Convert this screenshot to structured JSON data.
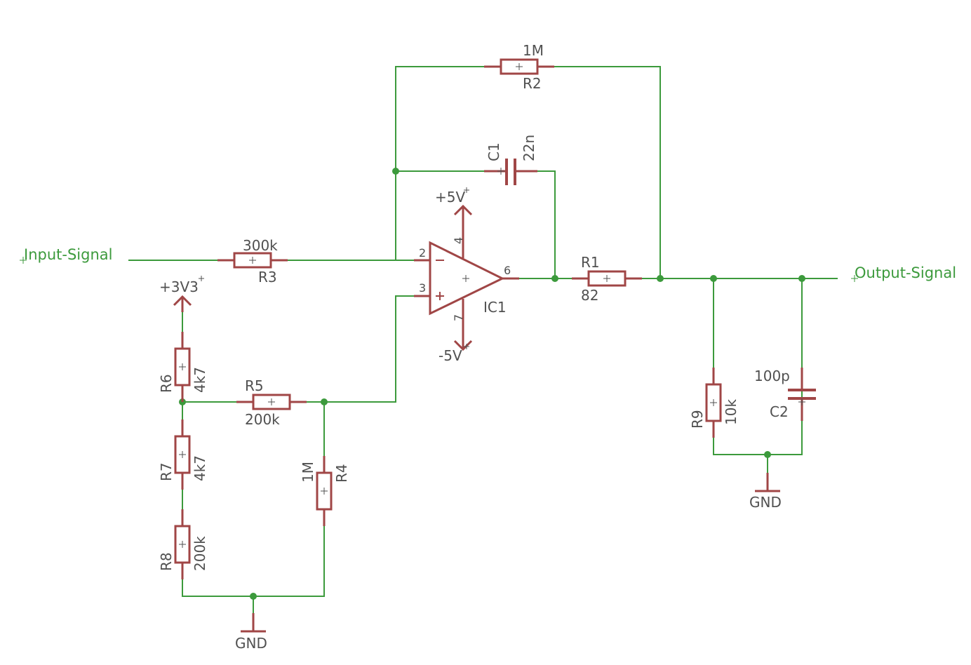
{
  "nets": {
    "input": "Input-Signal",
    "output": "Output-Signal"
  },
  "parts": {
    "r1": {
      "name": "R1",
      "value": "82"
    },
    "r2": {
      "name": "R2",
      "value": "1M"
    },
    "r3": {
      "name": "R3",
      "value": "300k"
    },
    "r4": {
      "name": "R4",
      "value": "1M"
    },
    "r5": {
      "name": "R5",
      "value": "200k"
    },
    "r6": {
      "name": "R6",
      "value": "4k7"
    },
    "r7": {
      "name": "R7",
      "value": "4k7"
    },
    "r8": {
      "name": "R8",
      "value": "200k"
    },
    "r9": {
      "name": "R9",
      "value": "10k"
    },
    "c1": {
      "name": "C1",
      "value": "22n"
    },
    "c2": {
      "name": "C2",
      "value": "100p"
    },
    "ic1": {
      "name": "IC1"
    }
  },
  "pins": {
    "p2": "2",
    "p3": "3",
    "p4": "4",
    "p6": "6",
    "p7": "7",
    "minus": "−",
    "plus": "+"
  },
  "supplies": {
    "vpos": "+5V",
    "vneg": "-5V",
    "v33": "+3V3",
    "gnd_left": "GND",
    "gnd_right": "GND"
  },
  "colors": {
    "wire": "#3c9a3c",
    "component": "#a04646",
    "label": "#505050"
  }
}
